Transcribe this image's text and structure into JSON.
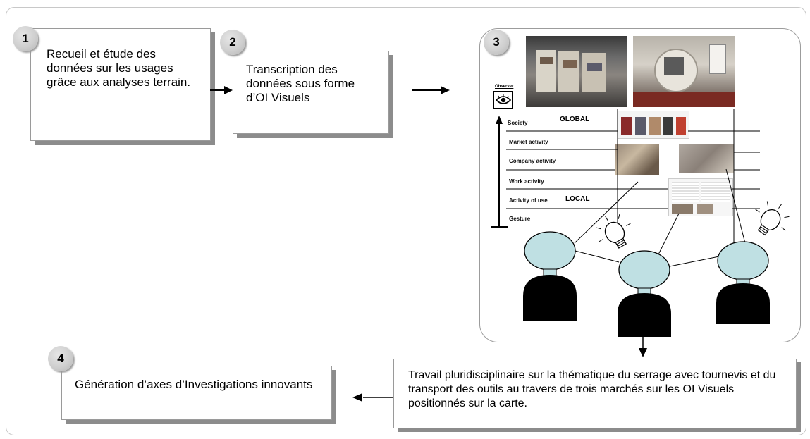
{
  "steps": [
    {
      "number": "1",
      "text": "Recueil et étude des données sur les usages grâce aux analyses terrain."
    },
    {
      "number": "2",
      "text": "Transcription des données sous forme d’OI Visuels"
    },
    {
      "number": "3"
    },
    {
      "number": "4",
      "text": "Génération d’axes d’Investigations innovants"
    }
  ],
  "bottom_box": {
    "text": "Travail pluridisciplinaire sur la thématique du serrage avec tournevis et du transport des outils au travers de trois marchés sur les OI Visuels positionnés sur la carte."
  },
  "map": {
    "observer_label": "Observer",
    "global_label": "GLOBAL",
    "local_label": "LOCAL",
    "levels": [
      "Society",
      "Market activity",
      "Company activity",
      "Work activity",
      "Activity of use",
      "Gesture"
    ]
  },
  "colors": {
    "head": "#bfe0e3",
    "body": "#000000",
    "badge": "#cfcfcf",
    "shadow": "#8c8c8c"
  }
}
